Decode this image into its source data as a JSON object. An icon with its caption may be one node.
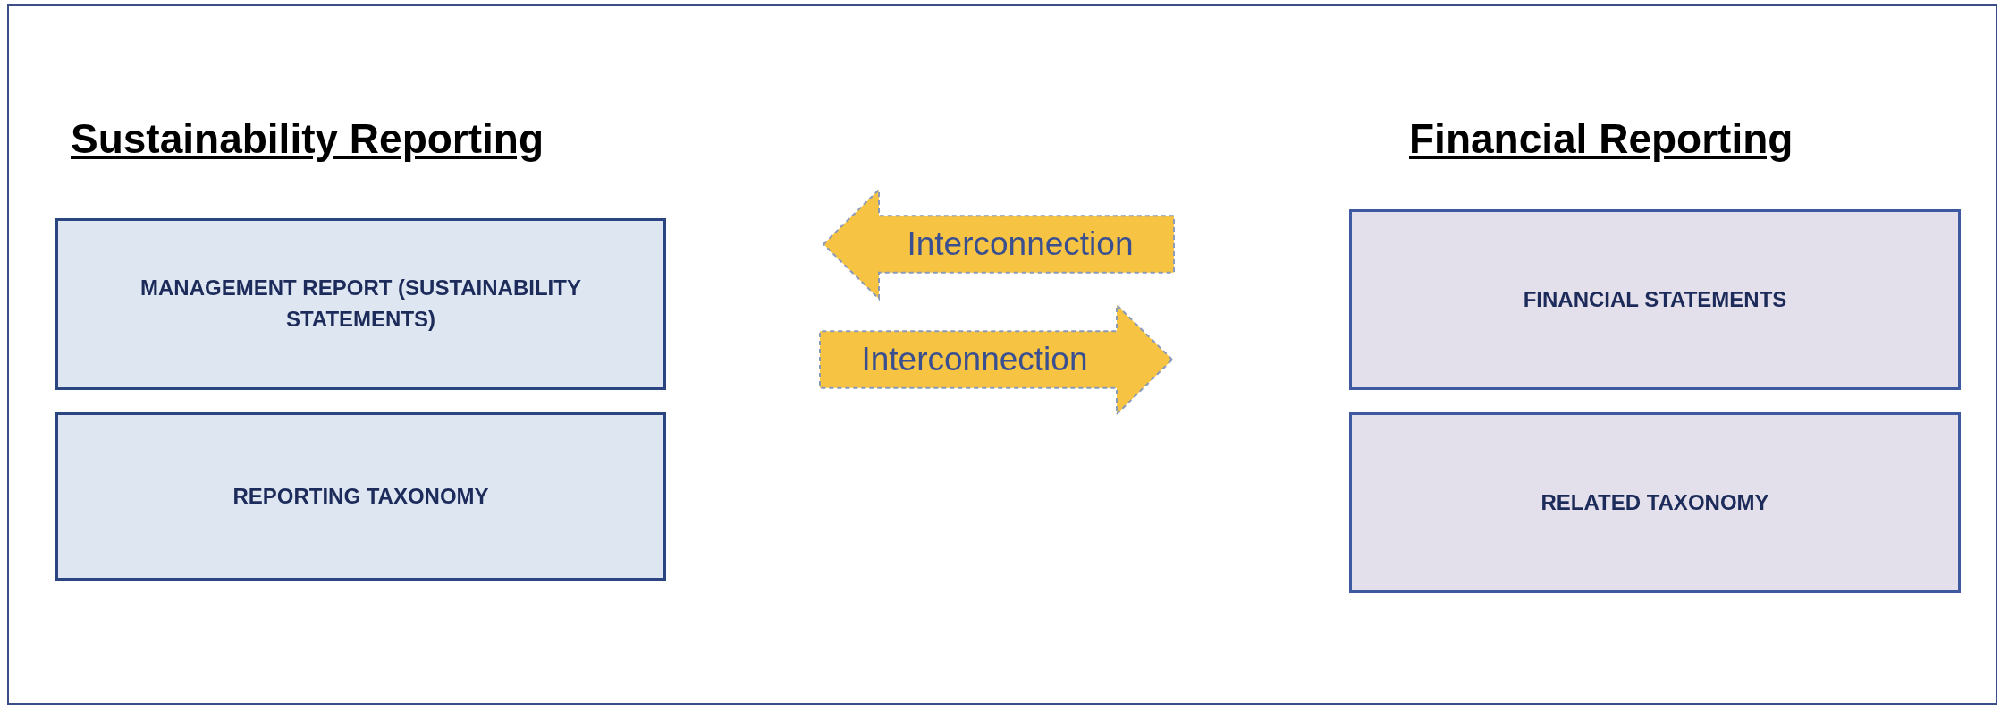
{
  "diagram": {
    "nodes": [
      {
        "text": [
          "MANAGEMENT REPORT (SUSTAINABILITY STATEMENTS)"
        ]
      },
      {
        "text": [
          "REPORTING TAXONOMY"
        ]
      },
      {
        "text": [
          "FINANCIAL STATEMENTS"
        ]
      },
      {
        "text": [
          "RELATED TAXONOMY"
        ]
      },
      {
        "text": [
          "Interconnection"
        ]
      },
      {
        "text": [
          "Interconnection"
        ]
      }
    ],
    "labels": [
      "Sustainability Reporting",
      "Financial Reporting"
    ]
  }
}
